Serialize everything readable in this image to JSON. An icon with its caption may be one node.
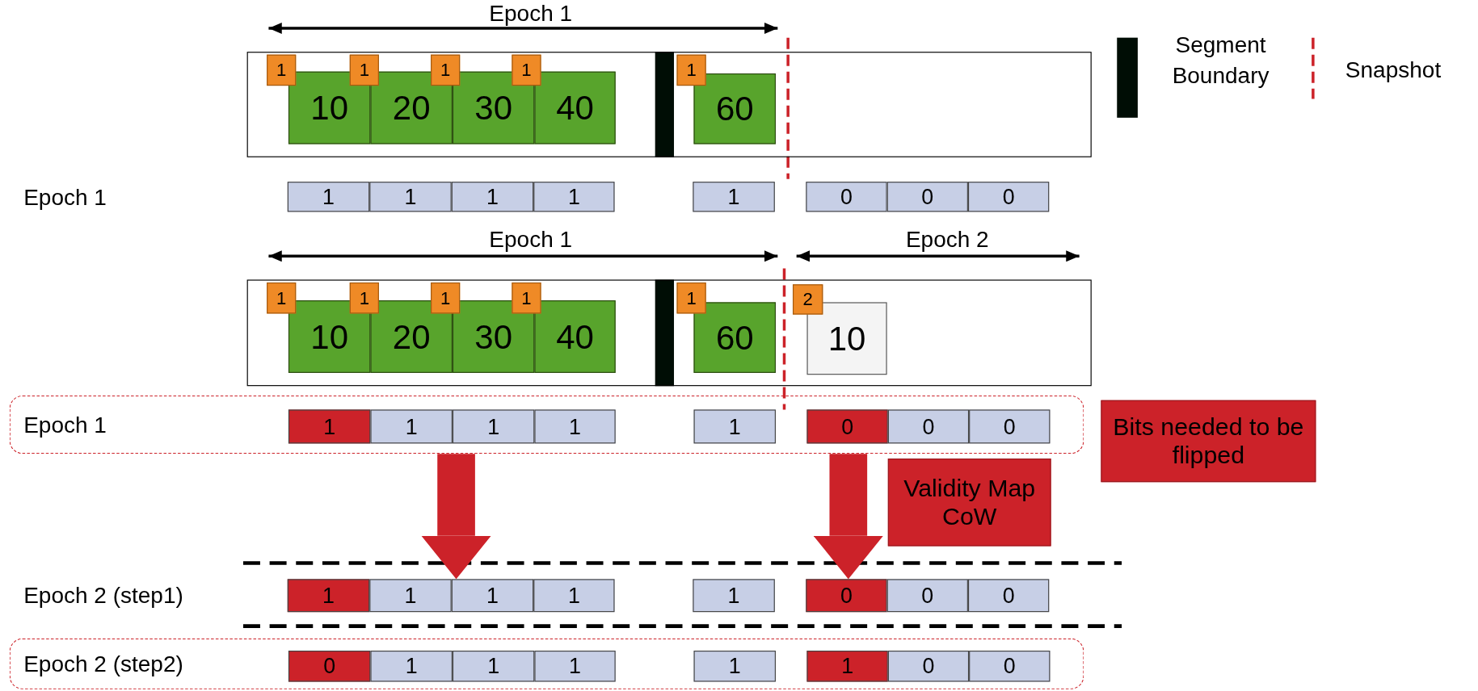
{
  "diagram": {
    "nodes": [
      {
        "text": [],
        "shape": "box"
      },
      {
        "text": [
          "10"
        ],
        "in": 0
      },
      {
        "text": [
          "20"
        ],
        "in": 0
      },
      {
        "text": [
          "30"
        ],
        "in": 0
      },
      {
        "text": [
          "40"
        ],
        "in": 0
      },
      {
        "text": [
          "60"
        ],
        "in": 0
      },
      {
        "text": [
          "1"
        ],
        "in": 0
      },
      {
        "text": [
          "1"
        ],
        "in": 0
      },
      {
        "text": [
          "1"
        ],
        "in": 0
      },
      {
        "text": [
          "1"
        ],
        "in": 0
      },
      {
        "text": [
          "1"
        ],
        "in": 0
      },
      {
        "text": [
          "1"
        ]
      },
      {
        "text": [
          "1"
        ]
      },
      {
        "text": [
          "1"
        ]
      },
      {
        "text": [
          "1"
        ]
      },
      {
        "text": [
          "1"
        ]
      },
      {
        "text": [
          "0"
        ]
      },
      {
        "text": [
          "0"
        ]
      },
      {
        "text": [
          "0"
        ]
      },
      {
        "text": [],
        "shape": "box"
      },
      {
        "text": [
          "10"
        ],
        "in": 19
      },
      {
        "text": [
          "20"
        ],
        "in": 19
      },
      {
        "text": [
          "30"
        ],
        "in": 19
      },
      {
        "text": [
          "40"
        ],
        "in": 19
      },
      {
        "text": [
          "60"
        ],
        "in": 19
      },
      {
        "text": [
          "10"
        ],
        "in": 19
      },
      {
        "text": [
          "1"
        ],
        "in": 19
      },
      {
        "text": [
          "1"
        ],
        "in": 19
      },
      {
        "text": [
          "1"
        ],
        "in": 19
      },
      {
        "text": [
          "1"
        ],
        "in": 19
      },
      {
        "text": [
          "1"
        ],
        "in": 19
      },
      {
        "text": [
          "2"
        ],
        "in": 19
      },
      {
        "text": [
          "Epoch 1"
        ]
      },
      {
        "text": [
          "1"
        ],
        "in": 32
      },
      {
        "text": [
          "1"
        ],
        "in": 32
      },
      {
        "text": [
          "1"
        ],
        "in": 32
      },
      {
        "text": [
          "1"
        ],
        "in": 32
      },
      {
        "text": [
          "1"
        ],
        "in": 32
      },
      {
        "text": [
          "0"
        ],
        "in": 32
      },
      {
        "text": [
          "0"
        ],
        "in": 32
      },
      {
        "text": [
          "0"
        ],
        "in": 32
      },
      {
        "text": [
          "Bits needed to be flipped"
        ]
      },
      {
        "text": [
          "Validity Map CoW"
        ]
      },
      {
        "text": [
          "1"
        ]
      },
      {
        "text": [
          "1"
        ]
      },
      {
        "text": [
          "1"
        ]
      },
      {
        "text": [
          "1"
        ]
      },
      {
        "text": [
          "1"
        ]
      },
      {
        "text": [
          "0"
        ]
      },
      {
        "text": [
          "0"
        ]
      },
      {
        "text": [
          "0"
        ]
      },
      {
        "text": [
          "Epoch 2 (step2)"
        ]
      },
      {
        "text": [
          "0"
        ],
        "in": 51
      },
      {
        "text": [
          "1"
        ],
        "in": 51
      },
      {
        "text": [
          "1"
        ],
        "in": 51
      },
      {
        "text": [
          "1"
        ],
        "in": 51
      },
      {
        "text": [
          "1"
        ],
        "in": 51
      },
      {
        "text": [
          "1"
        ],
        "in": 51
      },
      {
        "text": [
          "0"
        ],
        "in": 51
      },
      {
        "text": [
          "0"
        ],
        "in": 51
      }
    ],
    "edges": [
      {
        "from": 32,
        "to": 45,
        "arrow": "to"
      },
      {
        "from": 32,
        "to": 48,
        "arrow": "to"
      }
    ],
    "labels": [
      "Epoch 1",
      "Epoch 1",
      "Epoch 1",
      "Epoch 2",
      "Epoch 2 (step1)"
    ],
    "legend": [
      {
        "text": "Segment Boundary"
      },
      {
        "text": "Snapshot"
      }
    ]
  }
}
